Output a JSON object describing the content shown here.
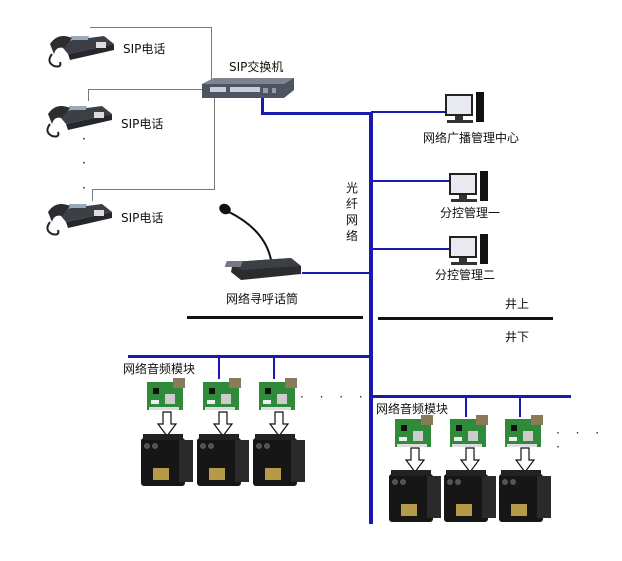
{
  "diagram": {
    "type": "network-topology",
    "colors": {
      "fiber_line": "#1a1ab0",
      "phone_line": "#7a7a7a",
      "boundary_line": "#111111"
    },
    "sip_phones": [
      {
        "label": "SIP电话"
      },
      {
        "label": "SIP电话"
      },
      {
        "label": "SIP电话"
      }
    ],
    "sip_switch": {
      "label": "SIP交换机"
    },
    "fiber_network": {
      "label_chars": [
        "光",
        "纤",
        "网",
        "络"
      ]
    },
    "pcs": [
      {
        "label": "网络广播管理中心"
      },
      {
        "label": "分控管理一"
      },
      {
        "label": "分控管理二"
      }
    ],
    "paging_mic": {
      "label": "网络寻呼话筒"
    },
    "boundary": {
      "above": "井上",
      "below": "井下"
    },
    "groups": [
      {
        "label": "网络音频模块",
        "module_count_shown": 3,
        "ellipsis": "· · · · ·"
      },
      {
        "label": "网络音频模块",
        "module_count_shown": 3,
        "ellipsis": "· · · ·"
      }
    ],
    "phone_ellipsis": [
      "·",
      "·",
      "·"
    ]
  }
}
